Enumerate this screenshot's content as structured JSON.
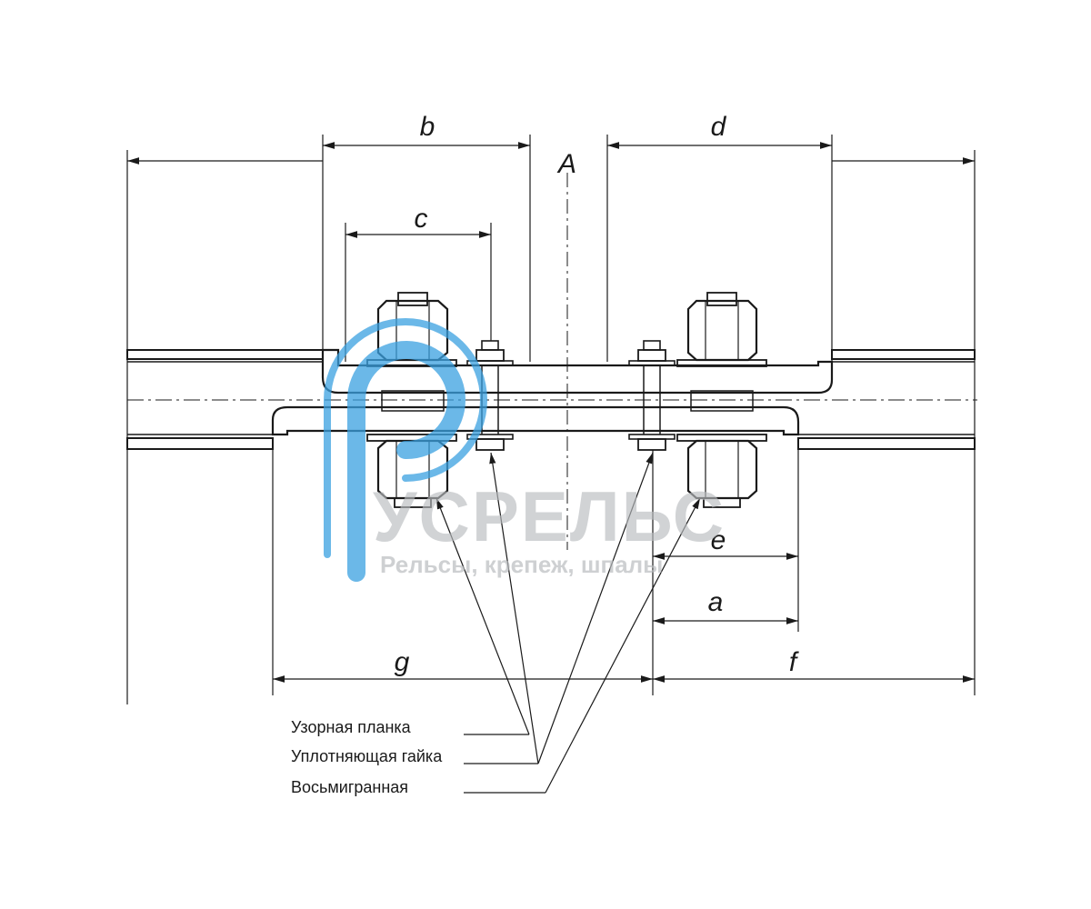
{
  "dimensions": {
    "a": "a",
    "b": "b",
    "c": "c",
    "d": "d",
    "e": "e",
    "f": "f",
    "g": "g",
    "axis": "A"
  },
  "labels": [
    "Узорная планка",
    "Уплотняющая гайка",
    "Восьмигранная"
  ],
  "watermark": {
    "brand": "УСРЕЛЬС",
    "tagline": "Рельсы, крепеж, шпалы",
    "logo_icon": "p-letter-logo-icon",
    "logo_color": "#3aa0e0"
  }
}
